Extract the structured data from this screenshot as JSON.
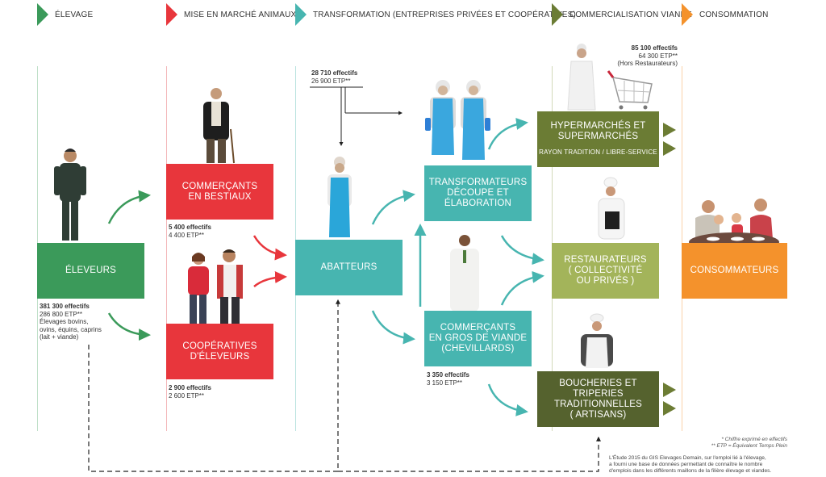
{
  "stages": [
    {
      "label": "ÉLEVAGE",
      "color": "#3b9a5a"
    },
    {
      "label": "MISE EN MARCHÉ ANIMAUX",
      "color": "#e8363c"
    },
    {
      "label": "TRANSFORMATION  (ENTREPRISES PRIVÉES ET COOPÉRATIVES)",
      "color": "#47b5b0"
    },
    {
      "label": "COMMERCIALISATION  VIANDE",
      "color": "#6b7c34"
    },
    {
      "label": "CONSOMMATION",
      "color": "#f4922c"
    }
  ],
  "boxes": {
    "eleveurs": "ÉLEVEURS",
    "commercants_l1": "COMMERÇANTS",
    "commercants_l2": "EN BESTIAUX",
    "cooperatives_l1": "COOPÉRATIVES",
    "cooperatives_l2": "D'ÉLEVEURS",
    "abatteurs": "ABATTEURS",
    "transformateurs_l1": "TRANSFORMATEURS",
    "transformateurs_l2": "DÉCOUPE ET",
    "transformateurs_l3": "ÉLABORATION",
    "gros_l1": "COMMERÇANTS",
    "gros_l2": "EN GROS DE VIANDE",
    "gros_l3": "(CHEVILLARDS)",
    "hyper_l1": "HYPERMARCHÉS ET",
    "hyper_l2": "SUPERMARCHÉS",
    "hyper_sub": "RAYON TRADITION / LIBRE-SERVICE",
    "resto_l1": "RESTAURATEURS",
    "resto_l2": "( COLLECTIVITÉ",
    "resto_l3": "OU PRIVÉS )",
    "bouch_l1": "BOUCHERIES ET TRIPERIES",
    "bouch_l2": "TRADITIONNELLES",
    "bouch_l3": "( ARTISANS)",
    "consommateurs": "CONSOMMATEURS"
  },
  "stats": {
    "eleveurs": {
      "effectifs": "381 300 effectifs",
      "etp": "286 800 ETP**",
      "d1": "Élevages bovins,",
      "d2": "ovins, équins, caprins",
      "d3": "(lait + viande)"
    },
    "commercants": {
      "effectifs": "5 400 effectifs",
      "etp": "4 400 ETP**"
    },
    "cooperatives": {
      "effectifs": "2 900 effectifs",
      "etp": "2 600 ETP**"
    },
    "abatteurs": {
      "effectifs": "28 710 effectifs",
      "etp": "26 900 ETP**"
    },
    "gros": {
      "effectifs": "3 350 effectifs",
      "etp": "3 150 ETP**"
    },
    "commerce": {
      "effectifs": "85 100 effectifs",
      "etp": "64 300 ETP**",
      "d1": "(Hors Restaurateurs)"
    }
  },
  "notes": {
    "n1": "* Chiffre exprimé en effectifs",
    "n2": "** ETP = Équivalent Temps Plein",
    "study_l1": "L'Étude 2015 du GIS Elevages Demain, sur l'emploi lié à l'élevage,",
    "study_l2": "a fourni une base de données permettant de connaître le nombre",
    "study_l3": "d'emplois dans les différents maillons de la filière élevage et viandes."
  }
}
